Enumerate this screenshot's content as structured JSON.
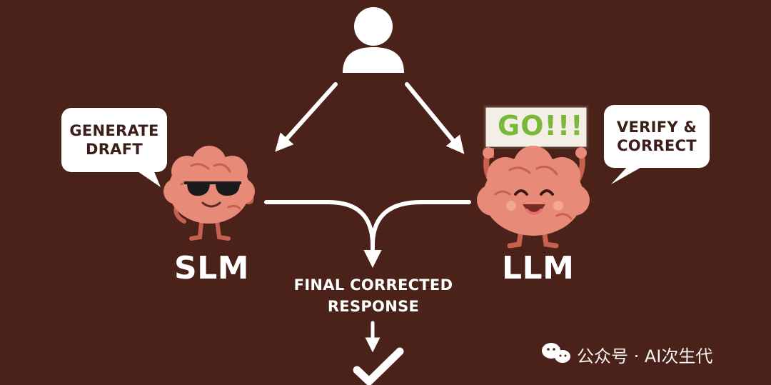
{
  "user": {
    "icon": "user-icon"
  },
  "slm": {
    "bubble_line1": "GENERATE",
    "bubble_line2": "DRAFT",
    "label": "SLM",
    "accessory": "sunglasses-icon"
  },
  "llm": {
    "bubble_line1": "VERIFY &",
    "bubble_line2": "CORRECT",
    "label": "LLM",
    "sign_text": "GO!!!"
  },
  "result": {
    "line1": "FINAL CORRECTED",
    "line2": "RESPONSE",
    "icon": "checkmark-icon"
  },
  "watermark": {
    "text": "公众号 · AI次生代",
    "icon": "wechat-icon"
  },
  "colors": {
    "background": "#4a2219",
    "brain": "#e88a78",
    "brain_shadow": "#c8604f",
    "sign_text": "#7ab83a",
    "arrow": "#ffffff"
  }
}
